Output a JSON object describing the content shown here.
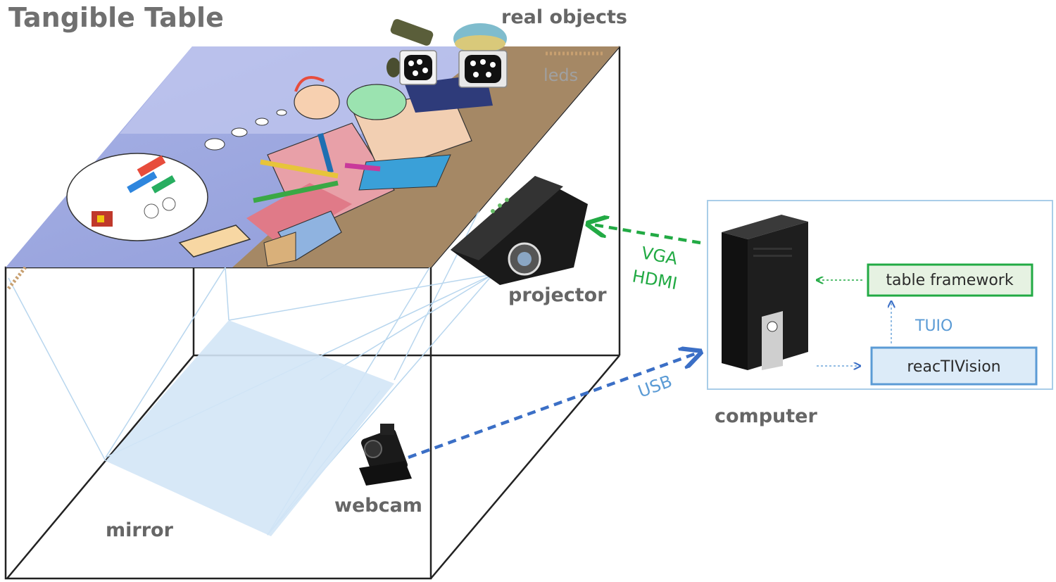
{
  "title": "Tangible Table",
  "labels": {
    "real_objects": "real objects",
    "leds": "leds",
    "projector": "projector",
    "mirror": "mirror",
    "webcam": "webcam",
    "computer": "computer"
  },
  "connections": {
    "vga": "VGA",
    "hdmi": "HDMI",
    "usb": "USB",
    "tuio": "TUIO"
  },
  "software": {
    "table_framework": "table framework",
    "reactivision": "reacTIVision"
  },
  "colors": {
    "green": "#22aa44",
    "blue": "#3b6fc6",
    "light_blue": "#6ea6dc",
    "box_green_fill": "#e6f2e2",
    "box_blue_fill": "#dcebf8",
    "label_gray": "#666666"
  },
  "icons": {
    "projector": "projector-icon",
    "webcam": "webcam-icon",
    "computer": "pc-tower-icon",
    "fiducial": "fiducial-marker-icon"
  }
}
